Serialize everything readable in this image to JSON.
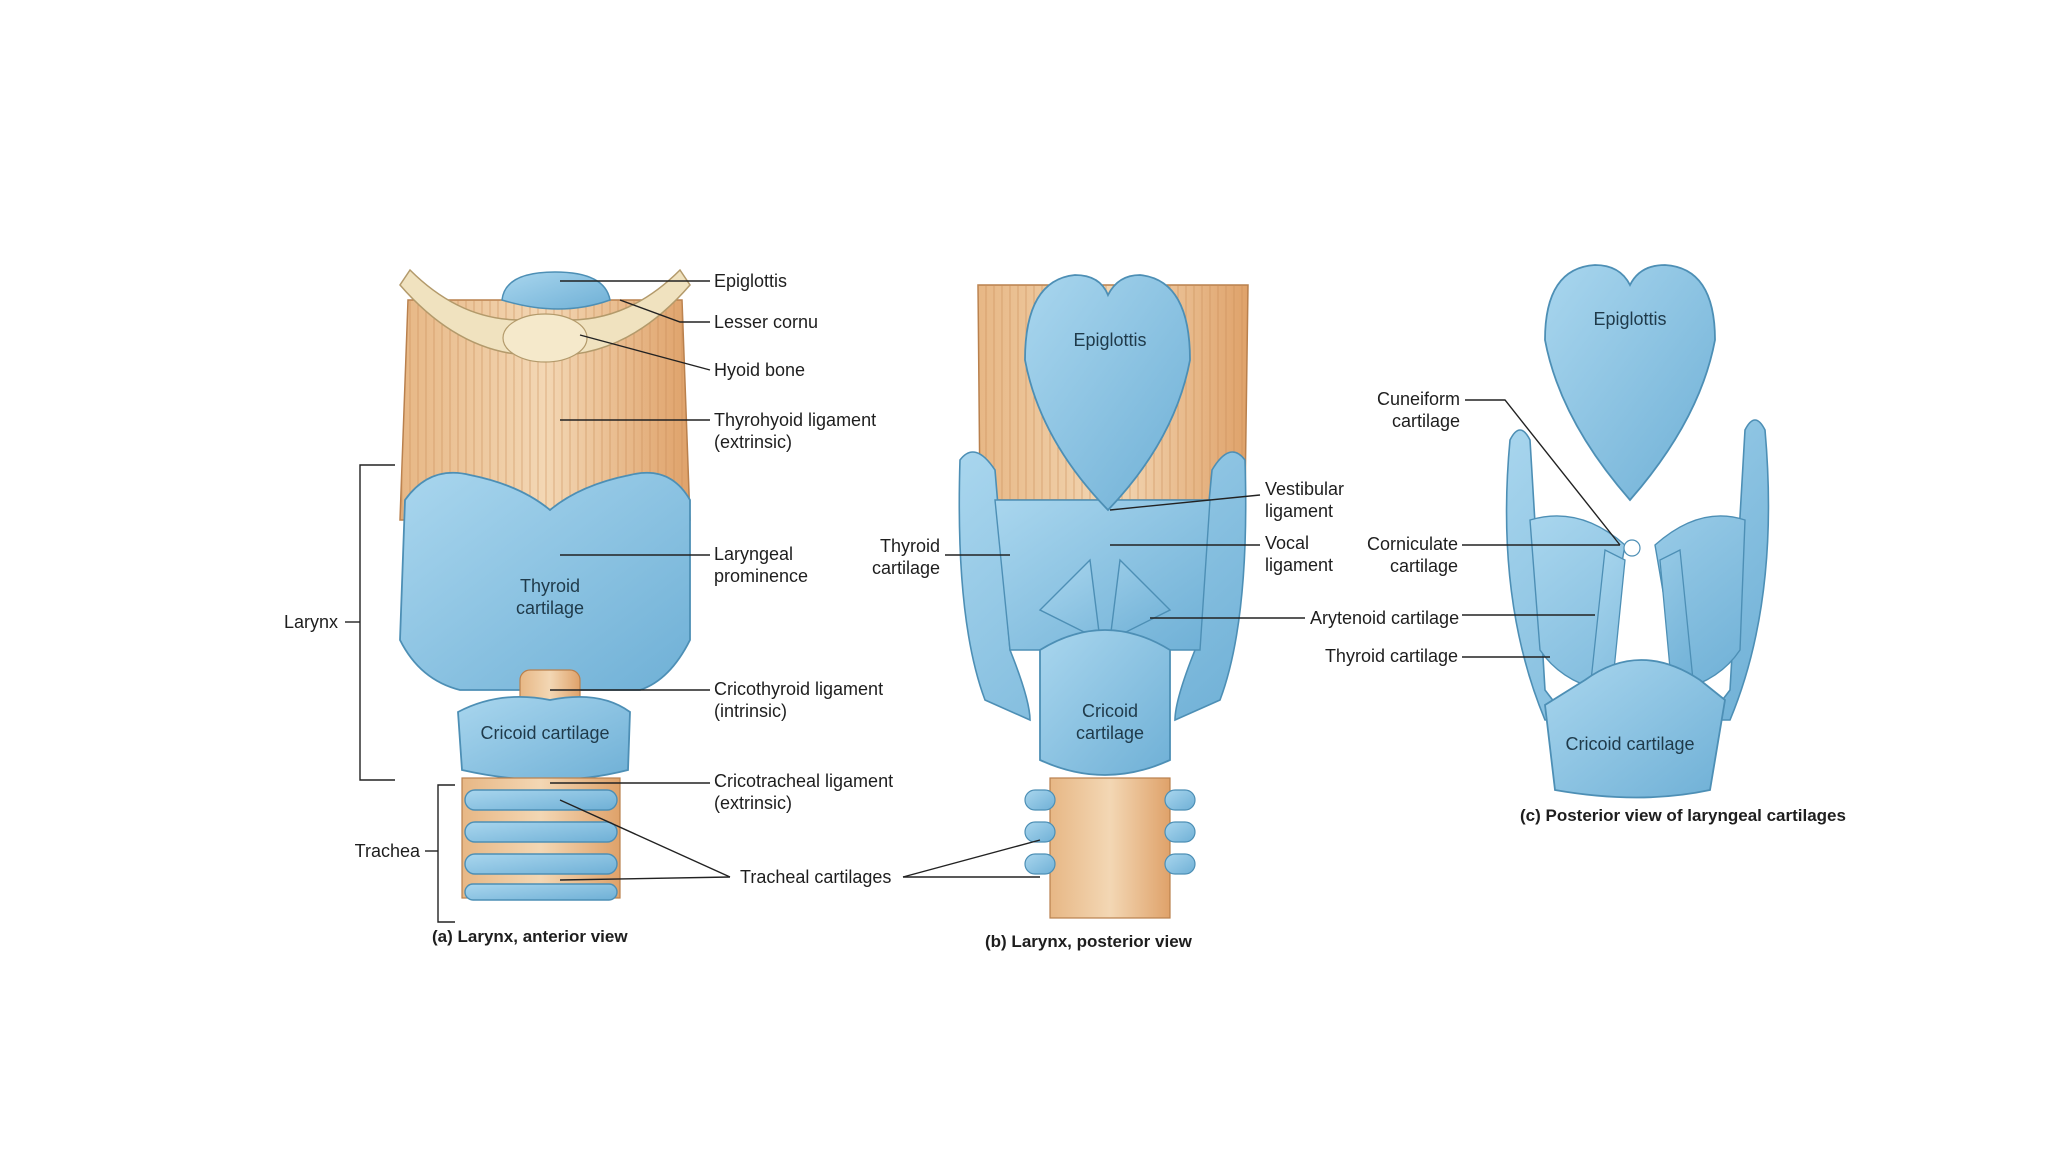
{
  "panel_a": {
    "caption": "(a) Larynx, anterior view",
    "labels": {
      "epiglottis": "Epiglottis",
      "lesser_cornu": "Lesser cornu",
      "hyoid_bone": "Hyoid bone",
      "thyrohyoid_ligament": [
        "Thyrohyoid ligament",
        "(extrinsic)"
      ],
      "laryngeal_prominence": [
        "Laryngeal",
        "prominence"
      ],
      "thyroid_cartilage": [
        "Thyroid",
        "cartilage"
      ],
      "cricothyroid_ligament": [
        "Cricothyroid ligament",
        "(intrinsic)"
      ],
      "cricoid_cartilage": "Cricoid cartilage",
      "cricotracheal_ligament": [
        "Cricotracheal ligament",
        "(extrinsic)"
      ],
      "tracheal_cartilages": "Tracheal cartilages",
      "larynx": "Larynx",
      "trachea": "Trachea"
    }
  },
  "panel_b": {
    "caption": "(b) Larynx, posterior view",
    "labels": {
      "epiglottis": "Epiglottis",
      "thyroid_cartilage": [
        "Thyroid",
        "cartilage"
      ],
      "vestibular_ligament": [
        "Vestibular",
        "ligament"
      ],
      "vocal_ligament": [
        "Vocal",
        "ligament"
      ],
      "arytenoid_cartilage": "Arytenoid cartilage",
      "cricoid_cartilage": [
        "Cricoid",
        "cartilage"
      ]
    }
  },
  "panel_c": {
    "caption": [
      "(c) Posterior view of",
      "laryngeal cartilages"
    ],
    "labels": {
      "epiglottis": "Epiglottis",
      "cuneiform_cartilage": [
        "Cuneiform",
        "cartilage"
      ],
      "corniculate_cartilage": [
        "Corniculate",
        "cartilage"
      ],
      "thyroid_cartilage": "Thyroid cartilage",
      "cricoid_cartilage": "Cricoid cartilage"
    }
  },
  "colors": {
    "cartilage": "#8cc5e3",
    "cartilage_dark": "#5b9fc4",
    "ligament": "#e9bf92",
    "ligament_dark": "#c98c57",
    "bone": "#efe2bd"
  }
}
